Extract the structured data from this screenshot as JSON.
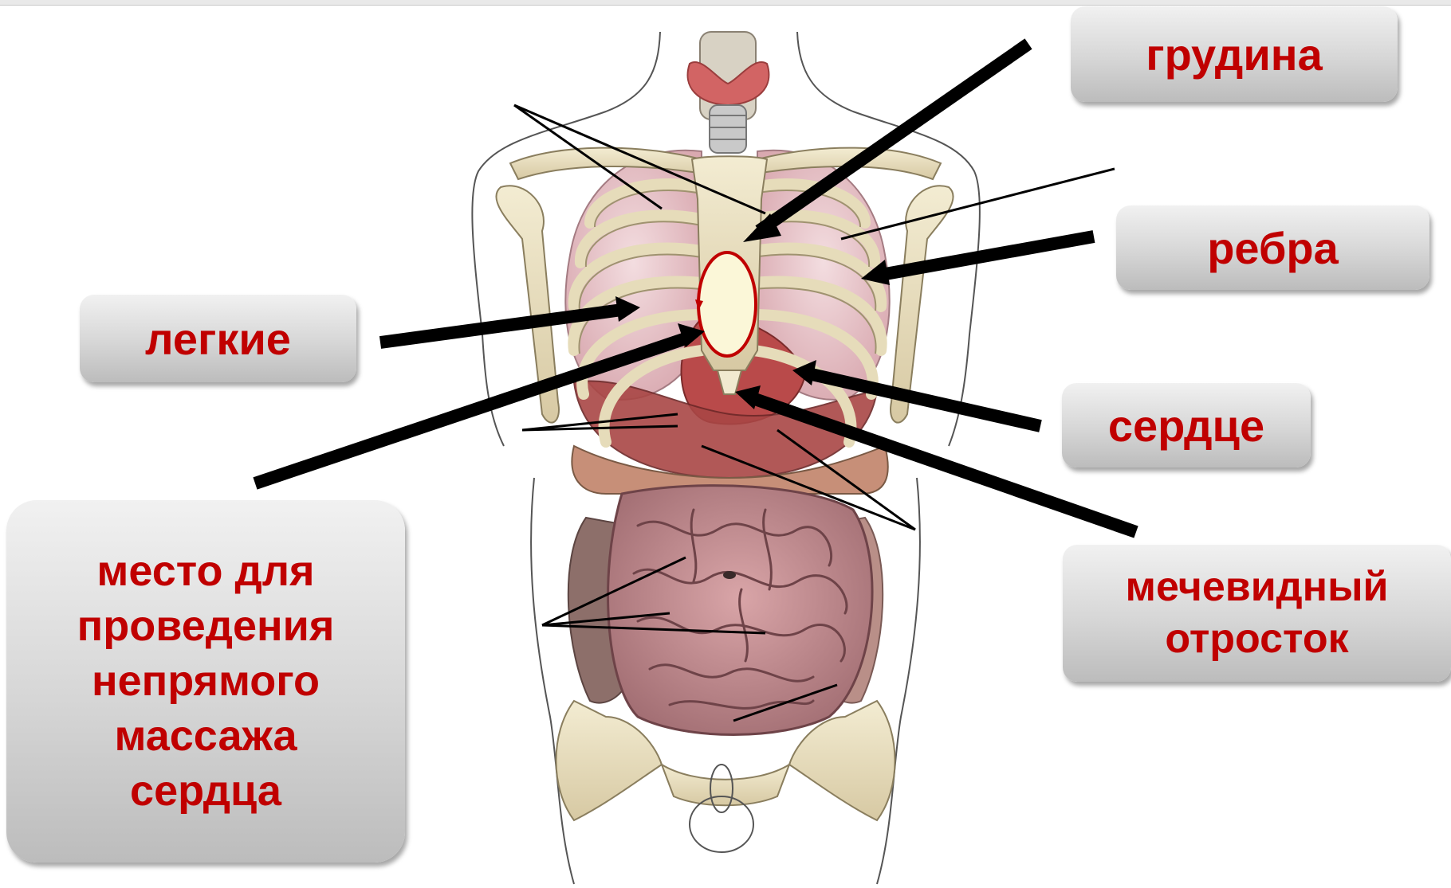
{
  "labels": {
    "sternum": "грудина",
    "ribs": "ребра",
    "lungs": "легкие",
    "heart": "сердце",
    "xiphoid_line1": "мечевидный",
    "xiphoid_line2": "отросток",
    "massage_line1": "место для",
    "massage_line2": "проведения",
    "massage_line3": "непрямого",
    "massage_line4": "массажа",
    "massage_line5": "сердца"
  },
  "colors": {
    "label_text": "#c00000",
    "marker_ellipse": "#c00000",
    "pointer": "#000000"
  }
}
